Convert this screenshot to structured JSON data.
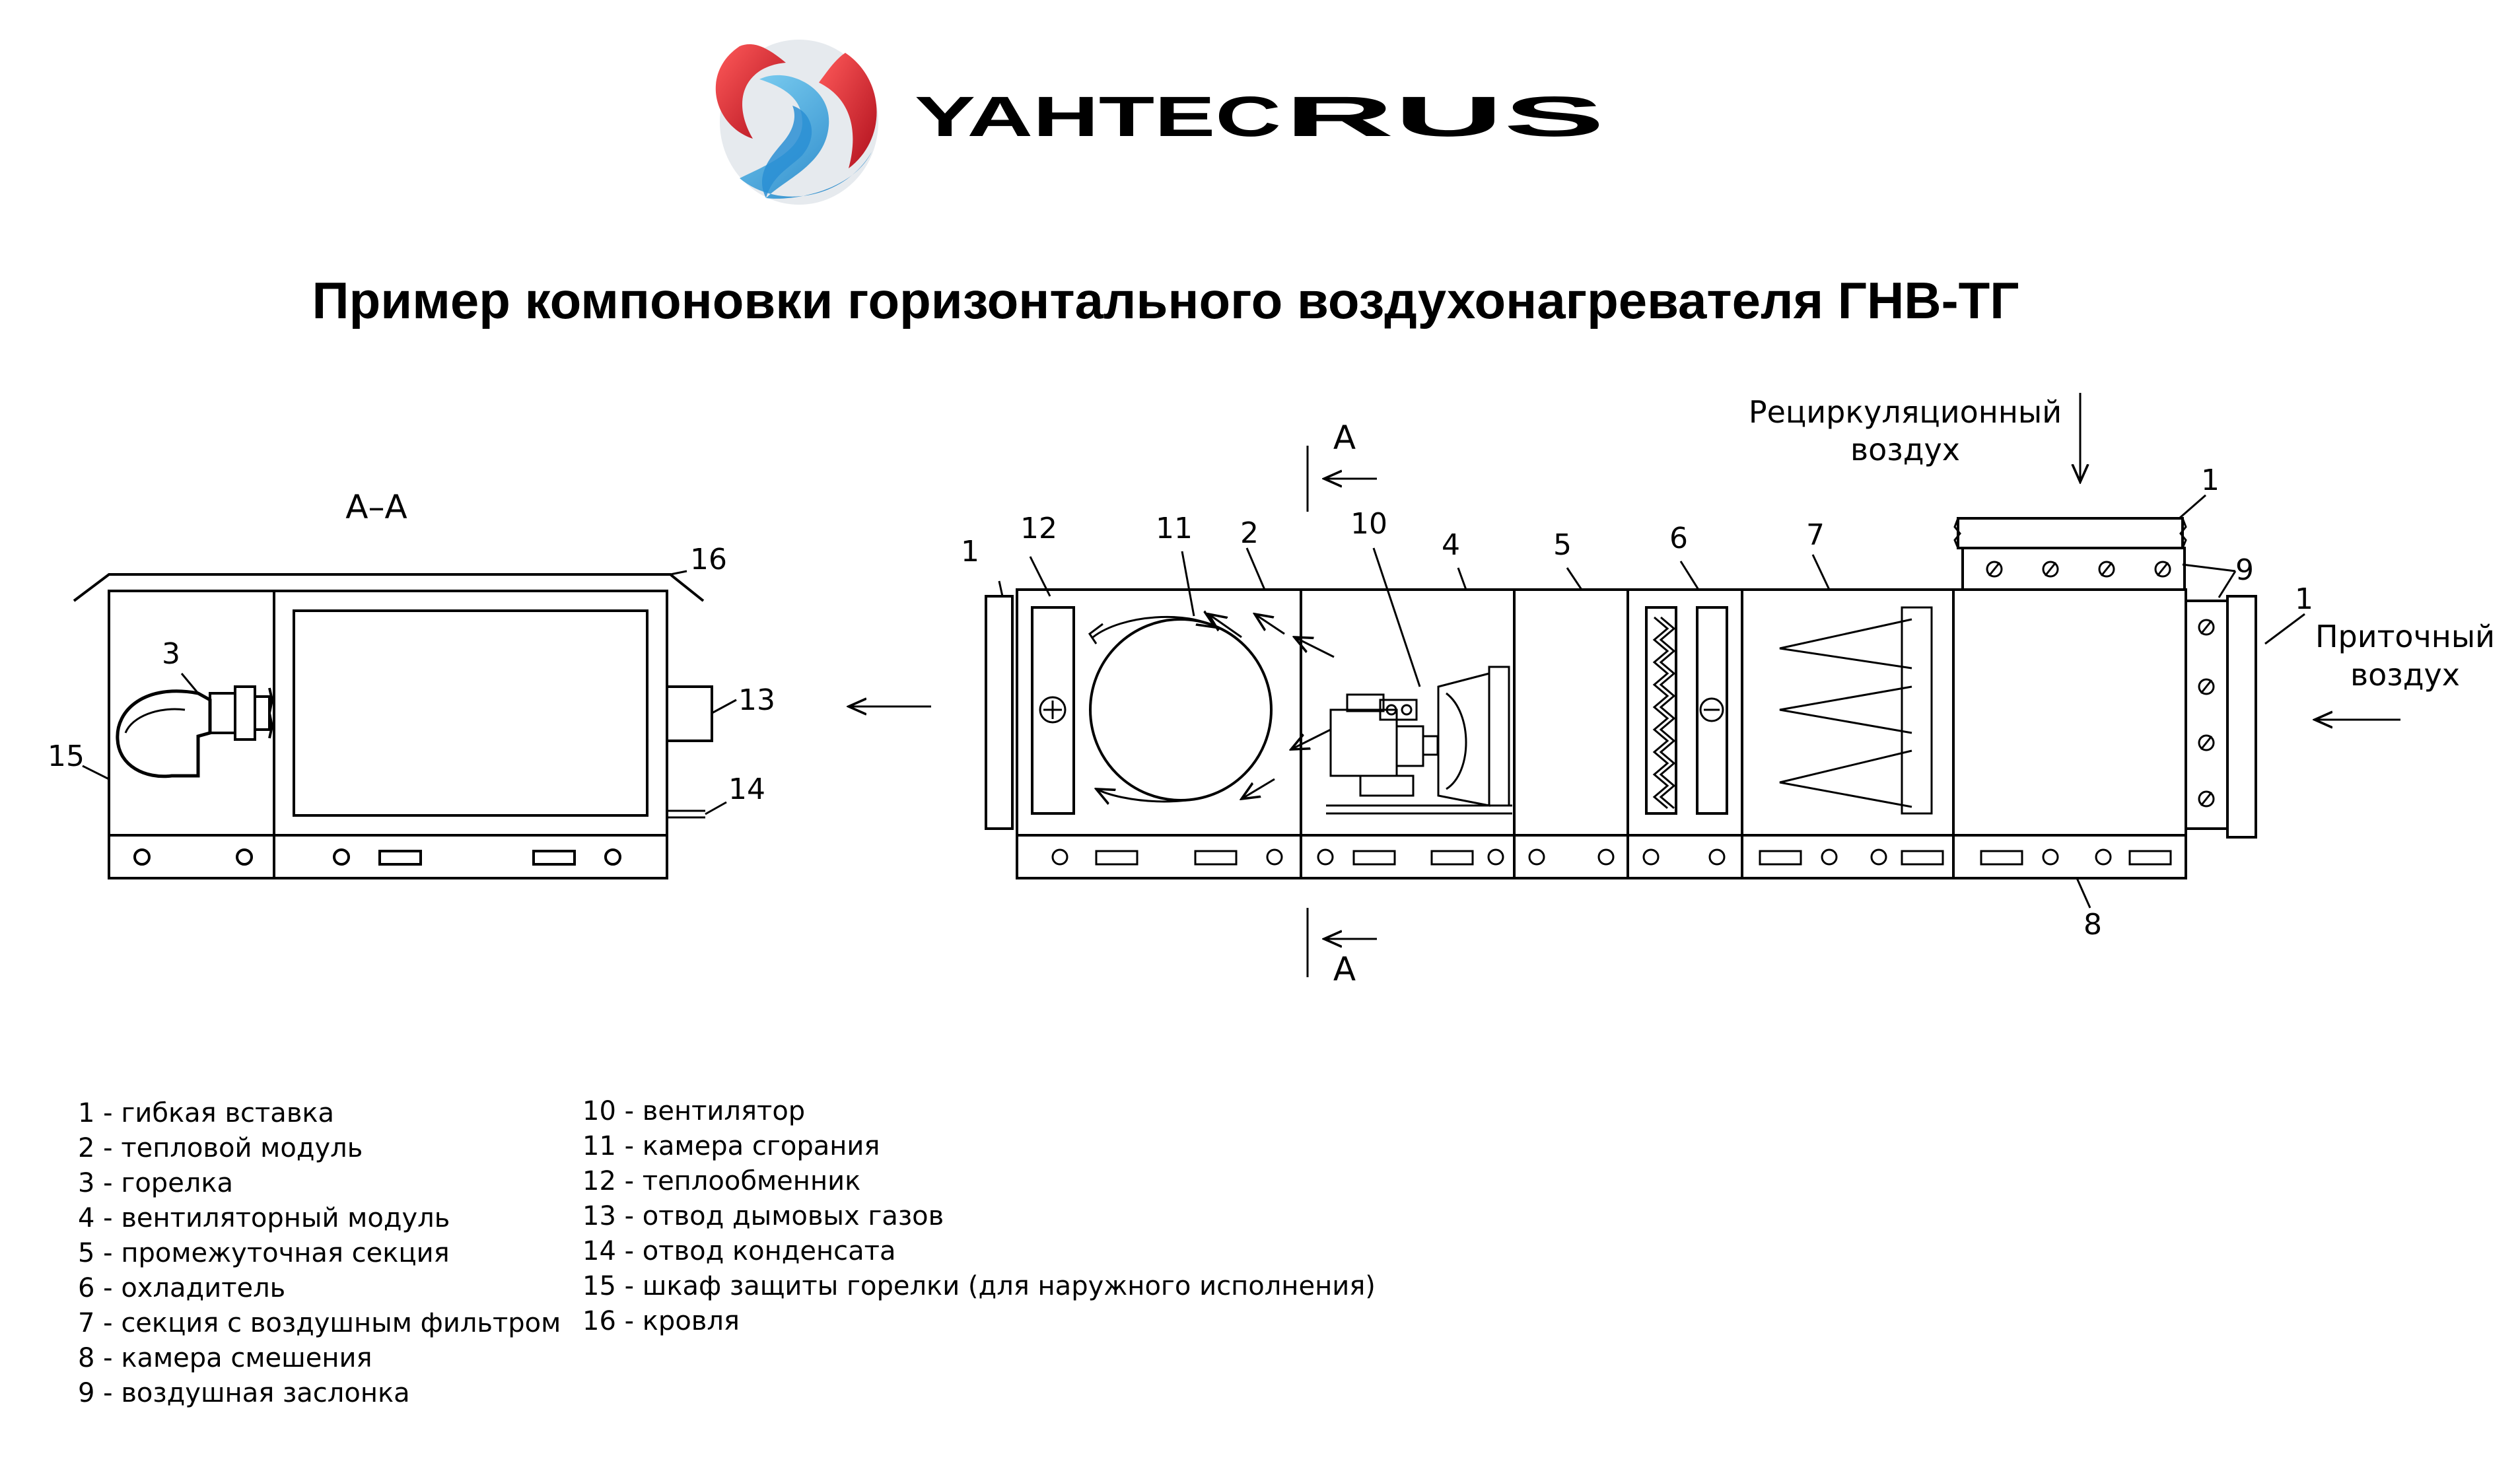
{
  "logo": {
    "text_part1": "YAHTEC",
    "text_part2": "RUS",
    "colors": {
      "blue": "#3fa9df",
      "red": "#d6263a",
      "grey": "#9aa3ad"
    }
  },
  "title": "Пример компоновки горизонтального воздухонагревателя ГНВ-ТГ",
  "section_view": {
    "label": "А–А",
    "callouts": {
      "burner": "3",
      "cabinet": "15",
      "roof": "16",
      "flue": "13",
      "condensate": "14"
    }
  },
  "main_view": {
    "section_mark_top": "А",
    "section_mark_bottom": "А",
    "recirculation_label_line1": "Рециркуляционный",
    "recirculation_label_line2": "воздух",
    "supply_label_line1": "Приточный",
    "supply_label_line2": "воздух",
    "callouts": {
      "flex_left": "1",
      "heat_exchanger": "12",
      "combustion_chamber": "11",
      "heat_module": "2",
      "fan": "10",
      "fan_module": "4",
      "intermediate": "5",
      "cooler": "6",
      "filter": "7",
      "flex_top": "1",
      "damper": "9",
      "flex_right": "1",
      "mixing": "8"
    }
  },
  "legend": {
    "left": [
      "1 - гибкая вставка",
      "2 - тепловой модуль",
      "3 - горелка",
      "4 - вентиляторный модуль",
      "5 - промежуточная секция",
      "6 - охладитель",
      "7 - секция с воздушным фильтром",
      "8 - камера смешения",
      "9 - воздушная заслонка"
    ],
    "right": [
      "10 - вентилятор",
      "11 - камера сгорания",
      "12 - теплообменник",
      "13 - отвод дымовых газов",
      "14 - отвод конденсата",
      "15 - шкаф защиты горелки (для наружного исполнения)",
      "16 - кровля"
    ]
  }
}
